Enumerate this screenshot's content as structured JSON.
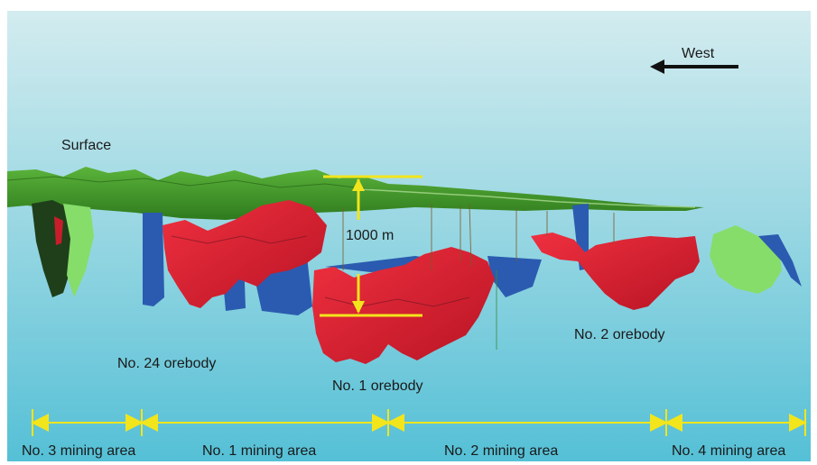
{
  "direction": {
    "label": "West"
  },
  "labels": {
    "surface": "Surface",
    "scale": "1000 m",
    "orebody_24": "No. 24 orebody",
    "orebody_1": "No. 1 orebody",
    "orebody_2": "No. 2 orebody"
  },
  "mining_areas": [
    {
      "label": "No. 3 mining area"
    },
    {
      "label": "No. 1 mining area"
    },
    {
      "label": "No. 2 mining area"
    },
    {
      "label": "No. 4 mining area"
    }
  ],
  "colors": {
    "sky_top": "#cfe9ee",
    "sky_bottom": "#58c2d8",
    "surface_green": "#3f9a2a",
    "orebody_red": "#e0202e",
    "orebody_blue": "#2b5bb0",
    "light_green": "#86dd6a",
    "marker_yellow": "#f2e51c",
    "arrow_black": "#111111"
  }
}
